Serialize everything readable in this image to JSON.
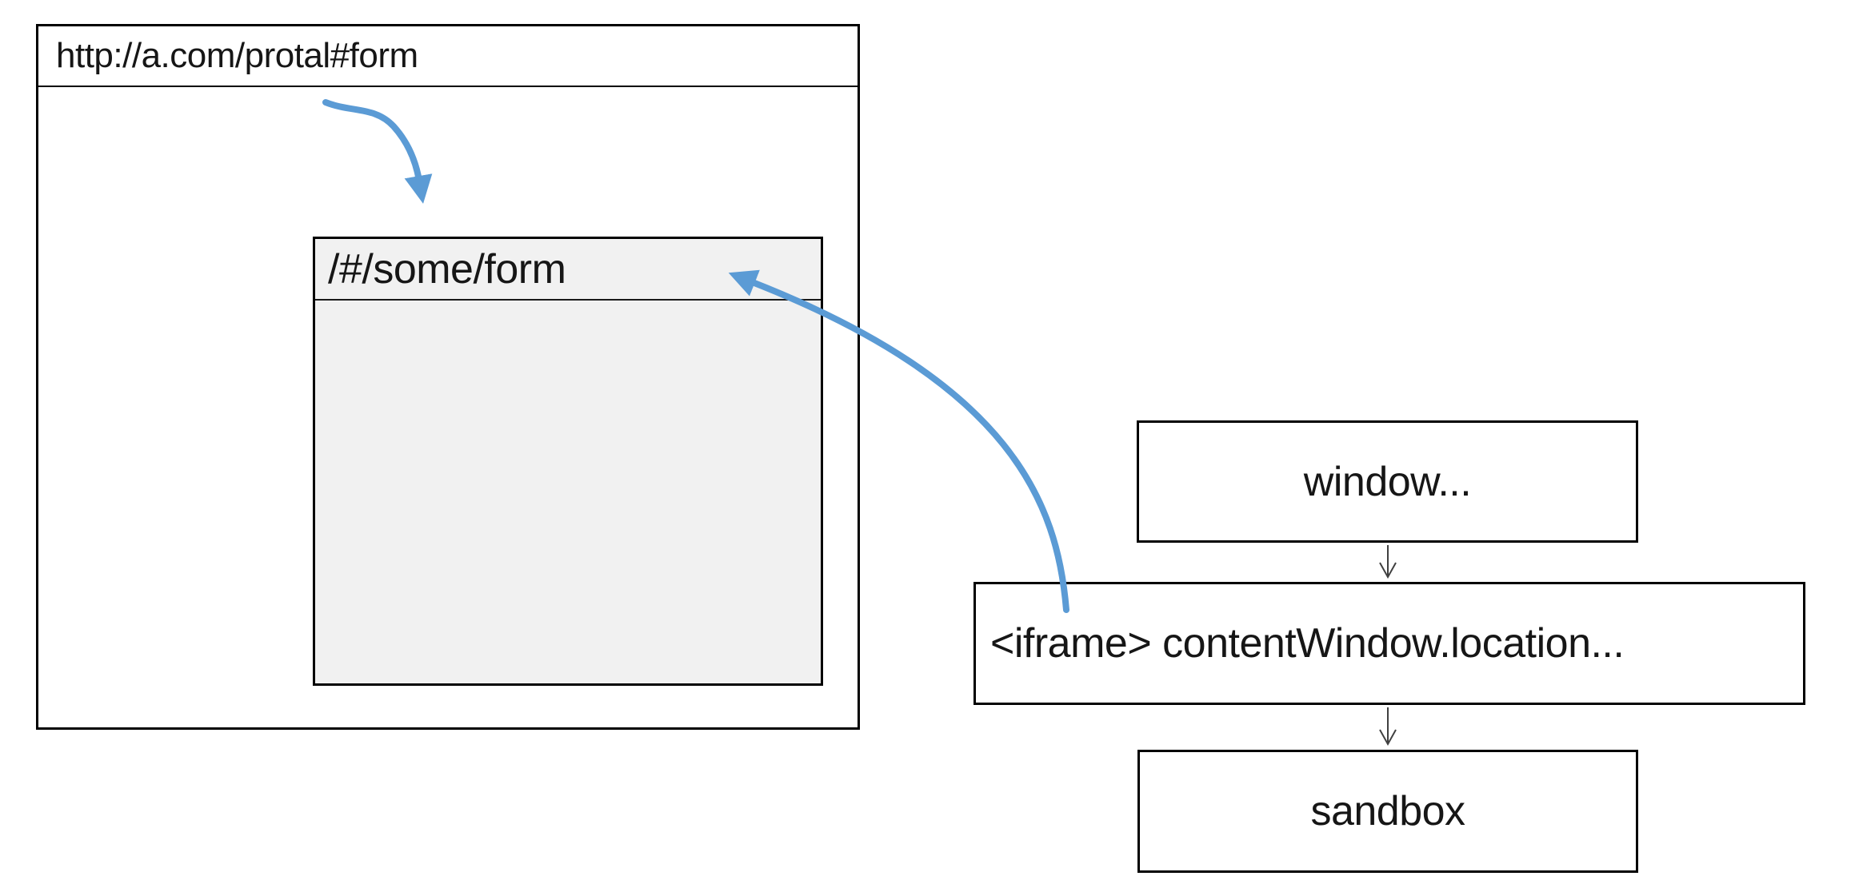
{
  "browser_window": {
    "url": "http://a.com/protal#form",
    "iframe": {
      "url": "/#/some/form"
    }
  },
  "flow": {
    "window_box": {
      "label": "window..."
    },
    "iframe_box": {
      "label": "<iframe> contentWindow.location..."
    },
    "sandbox_box": {
      "label": "sandbox"
    }
  },
  "colors": {
    "arrow_blue": "#5B9BD5",
    "connector_gray": "#404040",
    "box_border": "#000000",
    "iframe_fill": "#F1F1F1"
  }
}
